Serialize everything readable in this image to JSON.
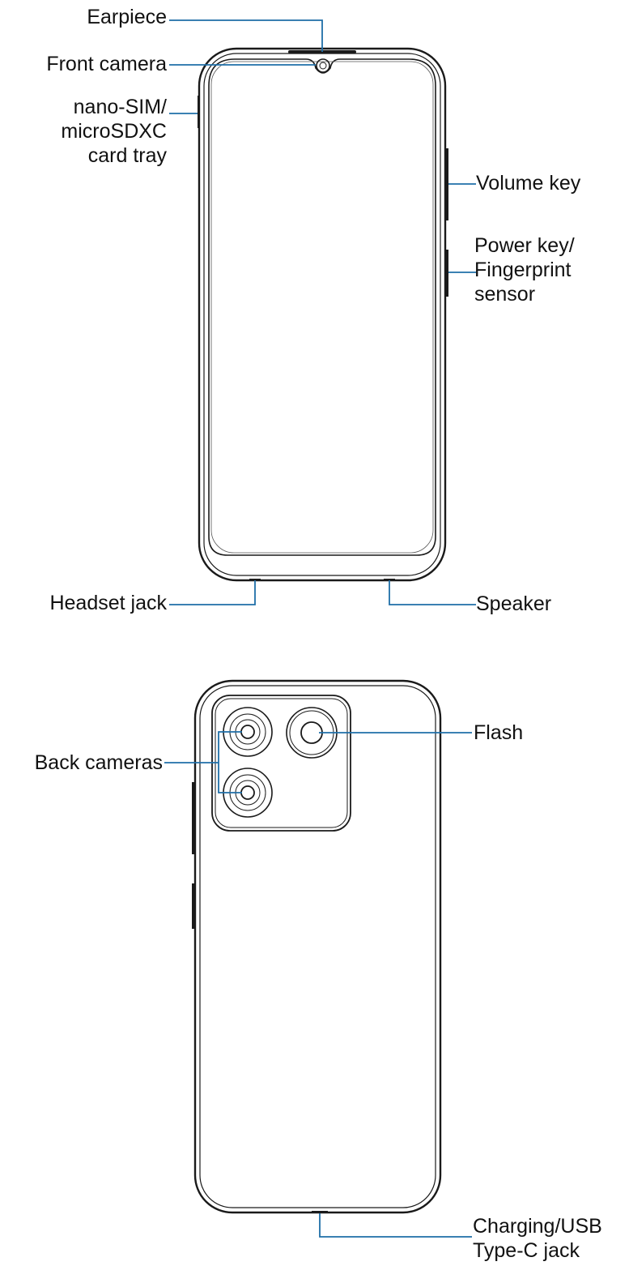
{
  "colors": {
    "outline": "#1a1a1a",
    "leader": "#1f6fa8",
    "label": "#111111",
    "background": "#ffffff"
  },
  "front_view": {
    "labels": {
      "earpiece": [
        "Earpiece"
      ],
      "front_camera": [
        "Front camera"
      ],
      "sim_tray": [
        "nano-SIM/",
        "microSDXC",
        "card tray"
      ],
      "volume_key": [
        "Volume key"
      ],
      "power_key": [
        "Power key/",
        "Fingerprint",
        "sensor"
      ],
      "headset_jack": [
        "Headset jack"
      ],
      "speaker": [
        "Speaker"
      ]
    }
  },
  "back_view": {
    "labels": {
      "back_cameras": [
        "Back cameras"
      ],
      "flash": [
        "Flash"
      ],
      "charging_port": [
        "Charging/USB",
        "Type-C jack"
      ]
    }
  }
}
